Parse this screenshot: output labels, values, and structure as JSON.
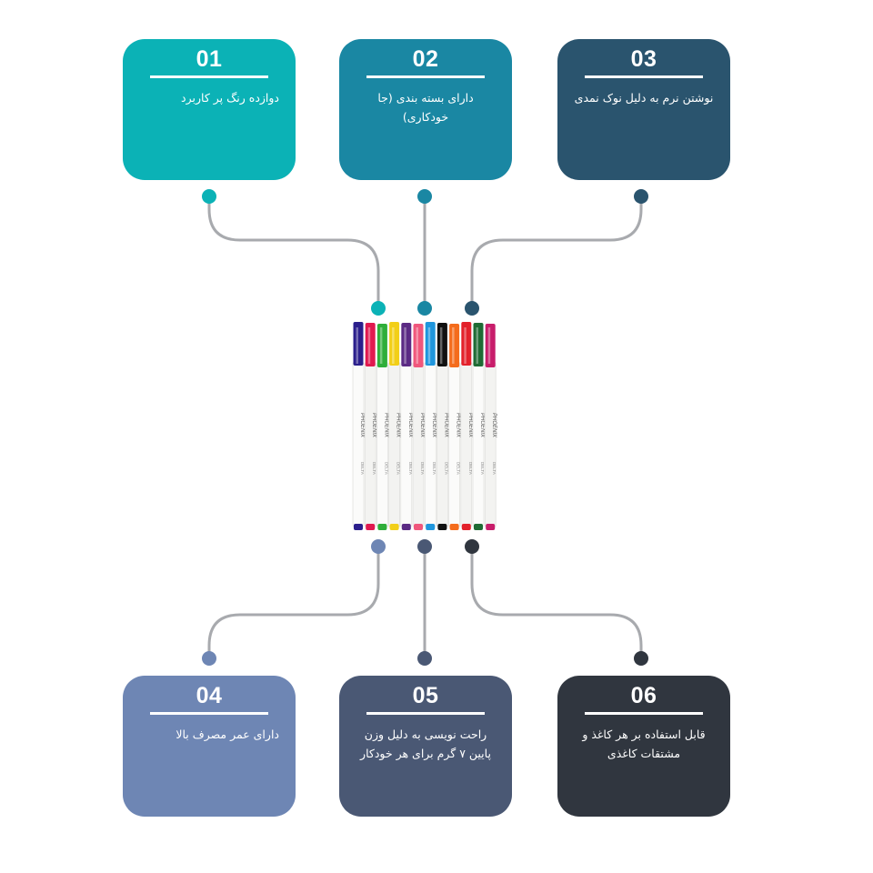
{
  "colors": {
    "card_1": "#0bb2b6",
    "card_2": "#1a87a3",
    "card_3": "#2a546e",
    "card_4": "#6e86b4",
    "card_5": "#4a5874",
    "card_6": "#30363f",
    "connector": "#a8aaae",
    "dot_top_1": "#0bb2b6",
    "dot_top_2": "#1a87a3",
    "dot_top_3": "#2a546e",
    "dot_bottom_1": "#6e86b4",
    "dot_bottom_2": "#4a5874",
    "dot_bottom_3": "#30363f"
  },
  "cards": [
    {
      "number": "01",
      "text": "دوازده رنگ پر کاربرد"
    },
    {
      "number": "02",
      "text": "دارای بسته بندی (جا خودکاری)"
    },
    {
      "number": "03",
      "text": "نوشتن نرم به دلیل نوک نمدی"
    },
    {
      "number": "04",
      "text": "دارای عمر مصرف بالا"
    },
    {
      "number": "05",
      "text": "راحت نویسی به دلیل وزن پایین ۷ گرم برای هر خودکار"
    },
    {
      "number": "06",
      "text": "قابل استفاده بر هر کاغذ و مشتقات کاغذی"
    }
  ],
  "product": {
    "name": "pen-set",
    "brand": "PHOENIX",
    "model": "DELTA",
    "pen_colors": [
      "#2b1f8c",
      "#e0194f",
      "#2fae3a",
      "#f2cf18",
      "#5b2a84",
      "#f0577c",
      "#1f96dd",
      "#111111",
      "#f46c1c",
      "#e3212b",
      "#1f6b34",
      "#c81d6b"
    ]
  }
}
